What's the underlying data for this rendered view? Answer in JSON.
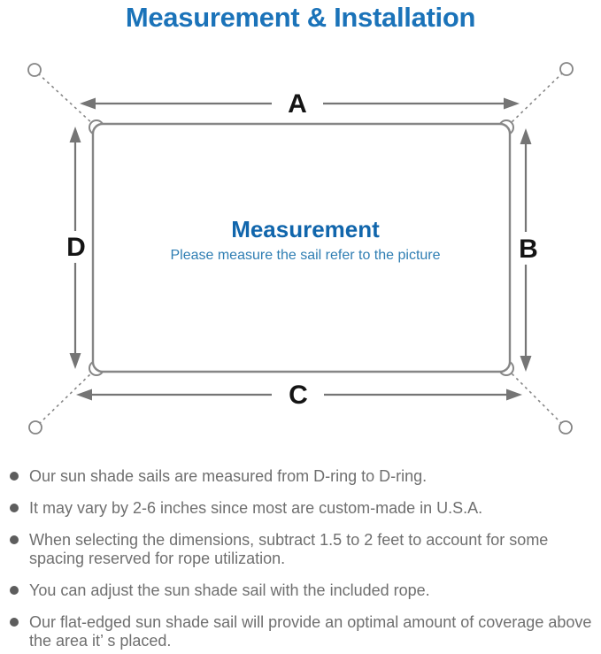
{
  "title": "Measurement & Installation",
  "diagram": {
    "labels": {
      "top": "A",
      "right": "B",
      "bottom": "C",
      "left": "D"
    },
    "center_heading": "Measurement",
    "center_subheading": "Please measure the sail refer to the picture"
  },
  "notes": [
    "Our sun shade sails are measured from D-ring to D-ring.",
    "It may vary by 2-6 inches since most are custom-made in U.S.A.",
    "When selecting the dimensions, subtract 1.5 to 2 feet to account for some spacing reserved for rope utilization.",
    "You can adjust the sun shade sail with the included rope.",
    "Our flat-edged sun shade sail will provide an optimal amount of coverage above the area it’ s placed."
  ],
  "colors": {
    "title_blue": "#1b73b9",
    "heading_blue": "#1166ac",
    "subheading_blue": "#2f7eb3",
    "line_gray": "#868686",
    "dim_gray": "#757575",
    "label_color": "#141414",
    "note_gray": "#6f6f6f",
    "bullet_gray": "#5d5d5d"
  }
}
